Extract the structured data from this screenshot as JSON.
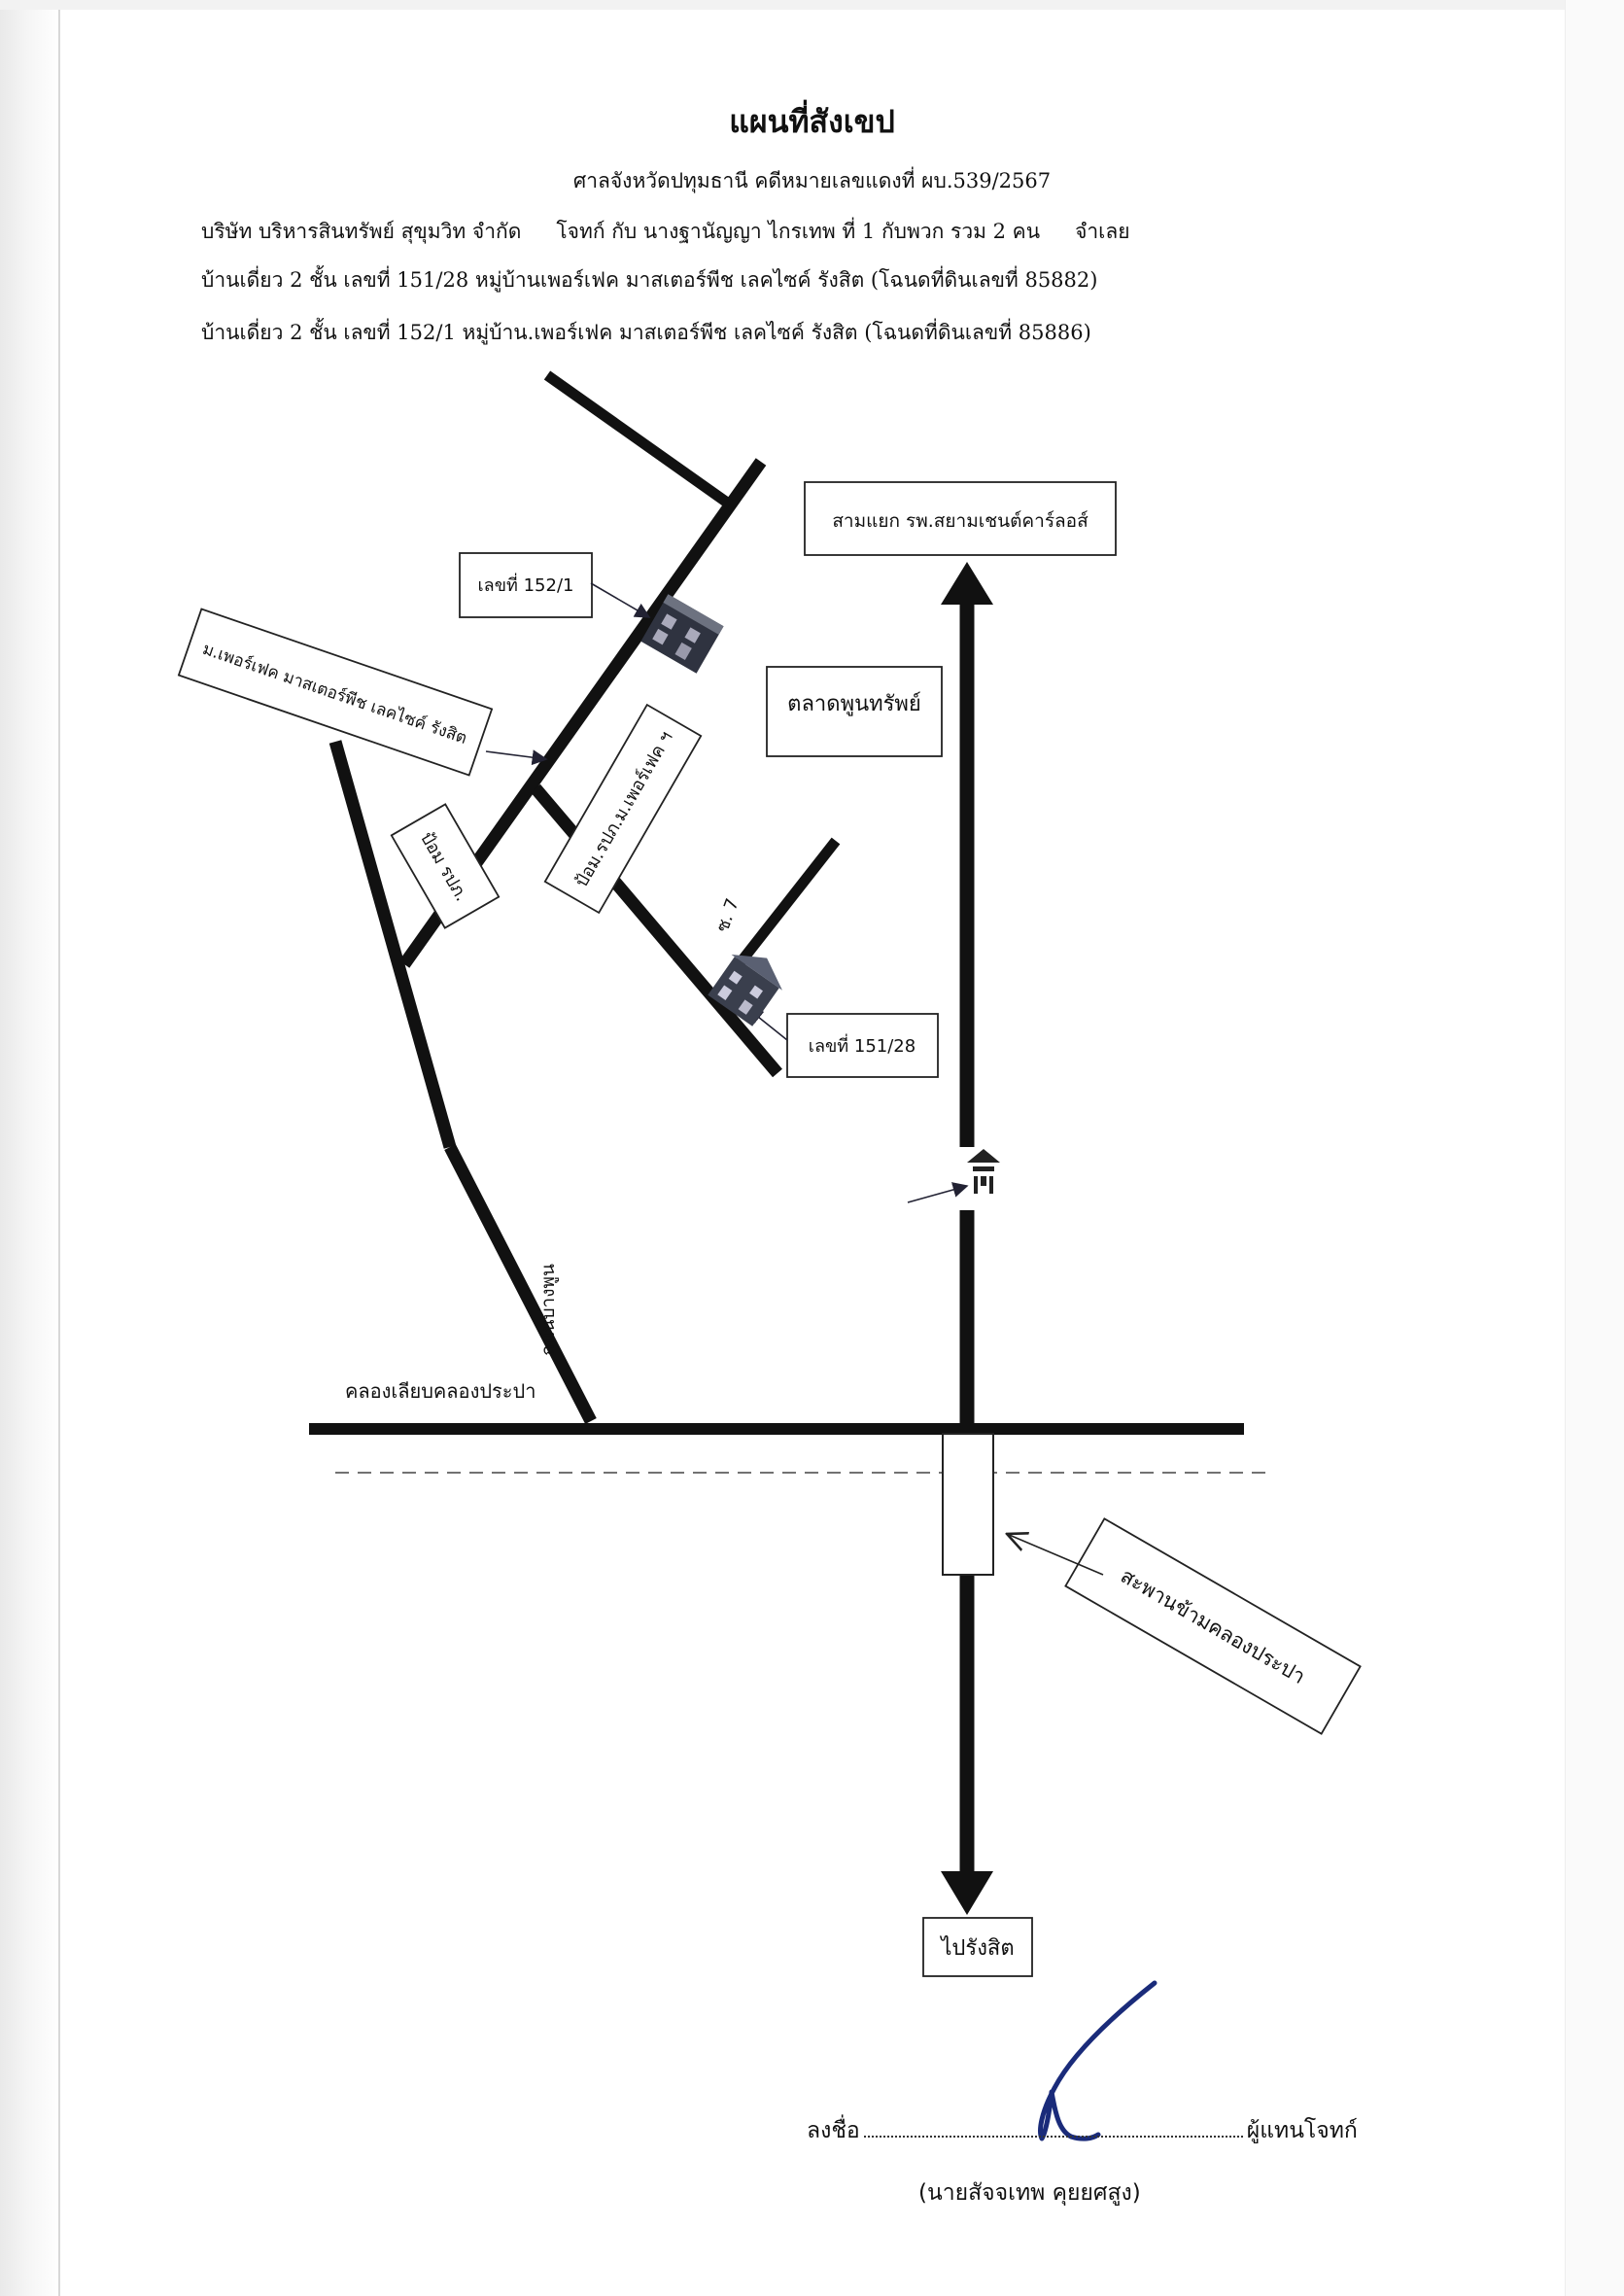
{
  "document": {
    "title": "แผนที่สังเขป",
    "court_line": "ศาลจังหวัดปทุมธานี  คดีหมายเลขแดงที่ ผบ.539/2567",
    "parties": {
      "plaintiff": "บริษัท บริหารสินทรัพย์ สุขุมวิท จำกัด",
      "vs": "โจทก์  กับ นางฐานัญญา ไกรเทพ ที่ 1 กับพวก รวม 2 คน",
      "defendant": "จำเลย"
    },
    "property_1": "บ้านเดี่ยว 2 ชั้น เลขที่ 151/28 หมู่บ้านเพอร์เฟค มาสเตอร์พีช เลคไซค์ รังสิต (โฉนดที่ดินเลขที่ 85882)",
    "property_2": "บ้านเดี่ยว 2 ชั้น เลขที่ 152/1  หมู่บ้าน.เพอร์เฟค มาสเตอร์พีช เลคไซค์ รังสิต (โฉนดที่ดินเลขที่ 85886)"
  },
  "map": {
    "labels": {
      "top_junction": "สามแยก รพ.สยามเชนต์คาร์ลอส์",
      "market": "ตลาดพูนทรัพย์",
      "house_152": "เลขที่ 152/1",
      "village": "ม.เพอร์เฟค มาสเตอร์พีช เลคไซค์ รังสิต",
      "police_box_1": "ป้อม รปภ.",
      "police_box_2": "ป้อม.รปภ.ม.เพอร์เฟค ฯ",
      "soi_7": "ซ. 7",
      "house_151": "เลขที่ 151/28",
      "road_side": "ถนนบางพูน",
      "canal_road": "คลองเลียบคลองประปา",
      "bridge": "สะพานข้ามคลองประปา",
      "to_rangsit": "ไปรังสิต"
    },
    "icons": [
      "house-icon",
      "house-icon",
      "landmark-house-icon"
    ]
  },
  "signature": {
    "label_sign": "ลงชื่อ",
    "role": "ผู้แทนโจทก์",
    "name": "(นายสัจจเทพ  คุยยศสูง)"
  }
}
